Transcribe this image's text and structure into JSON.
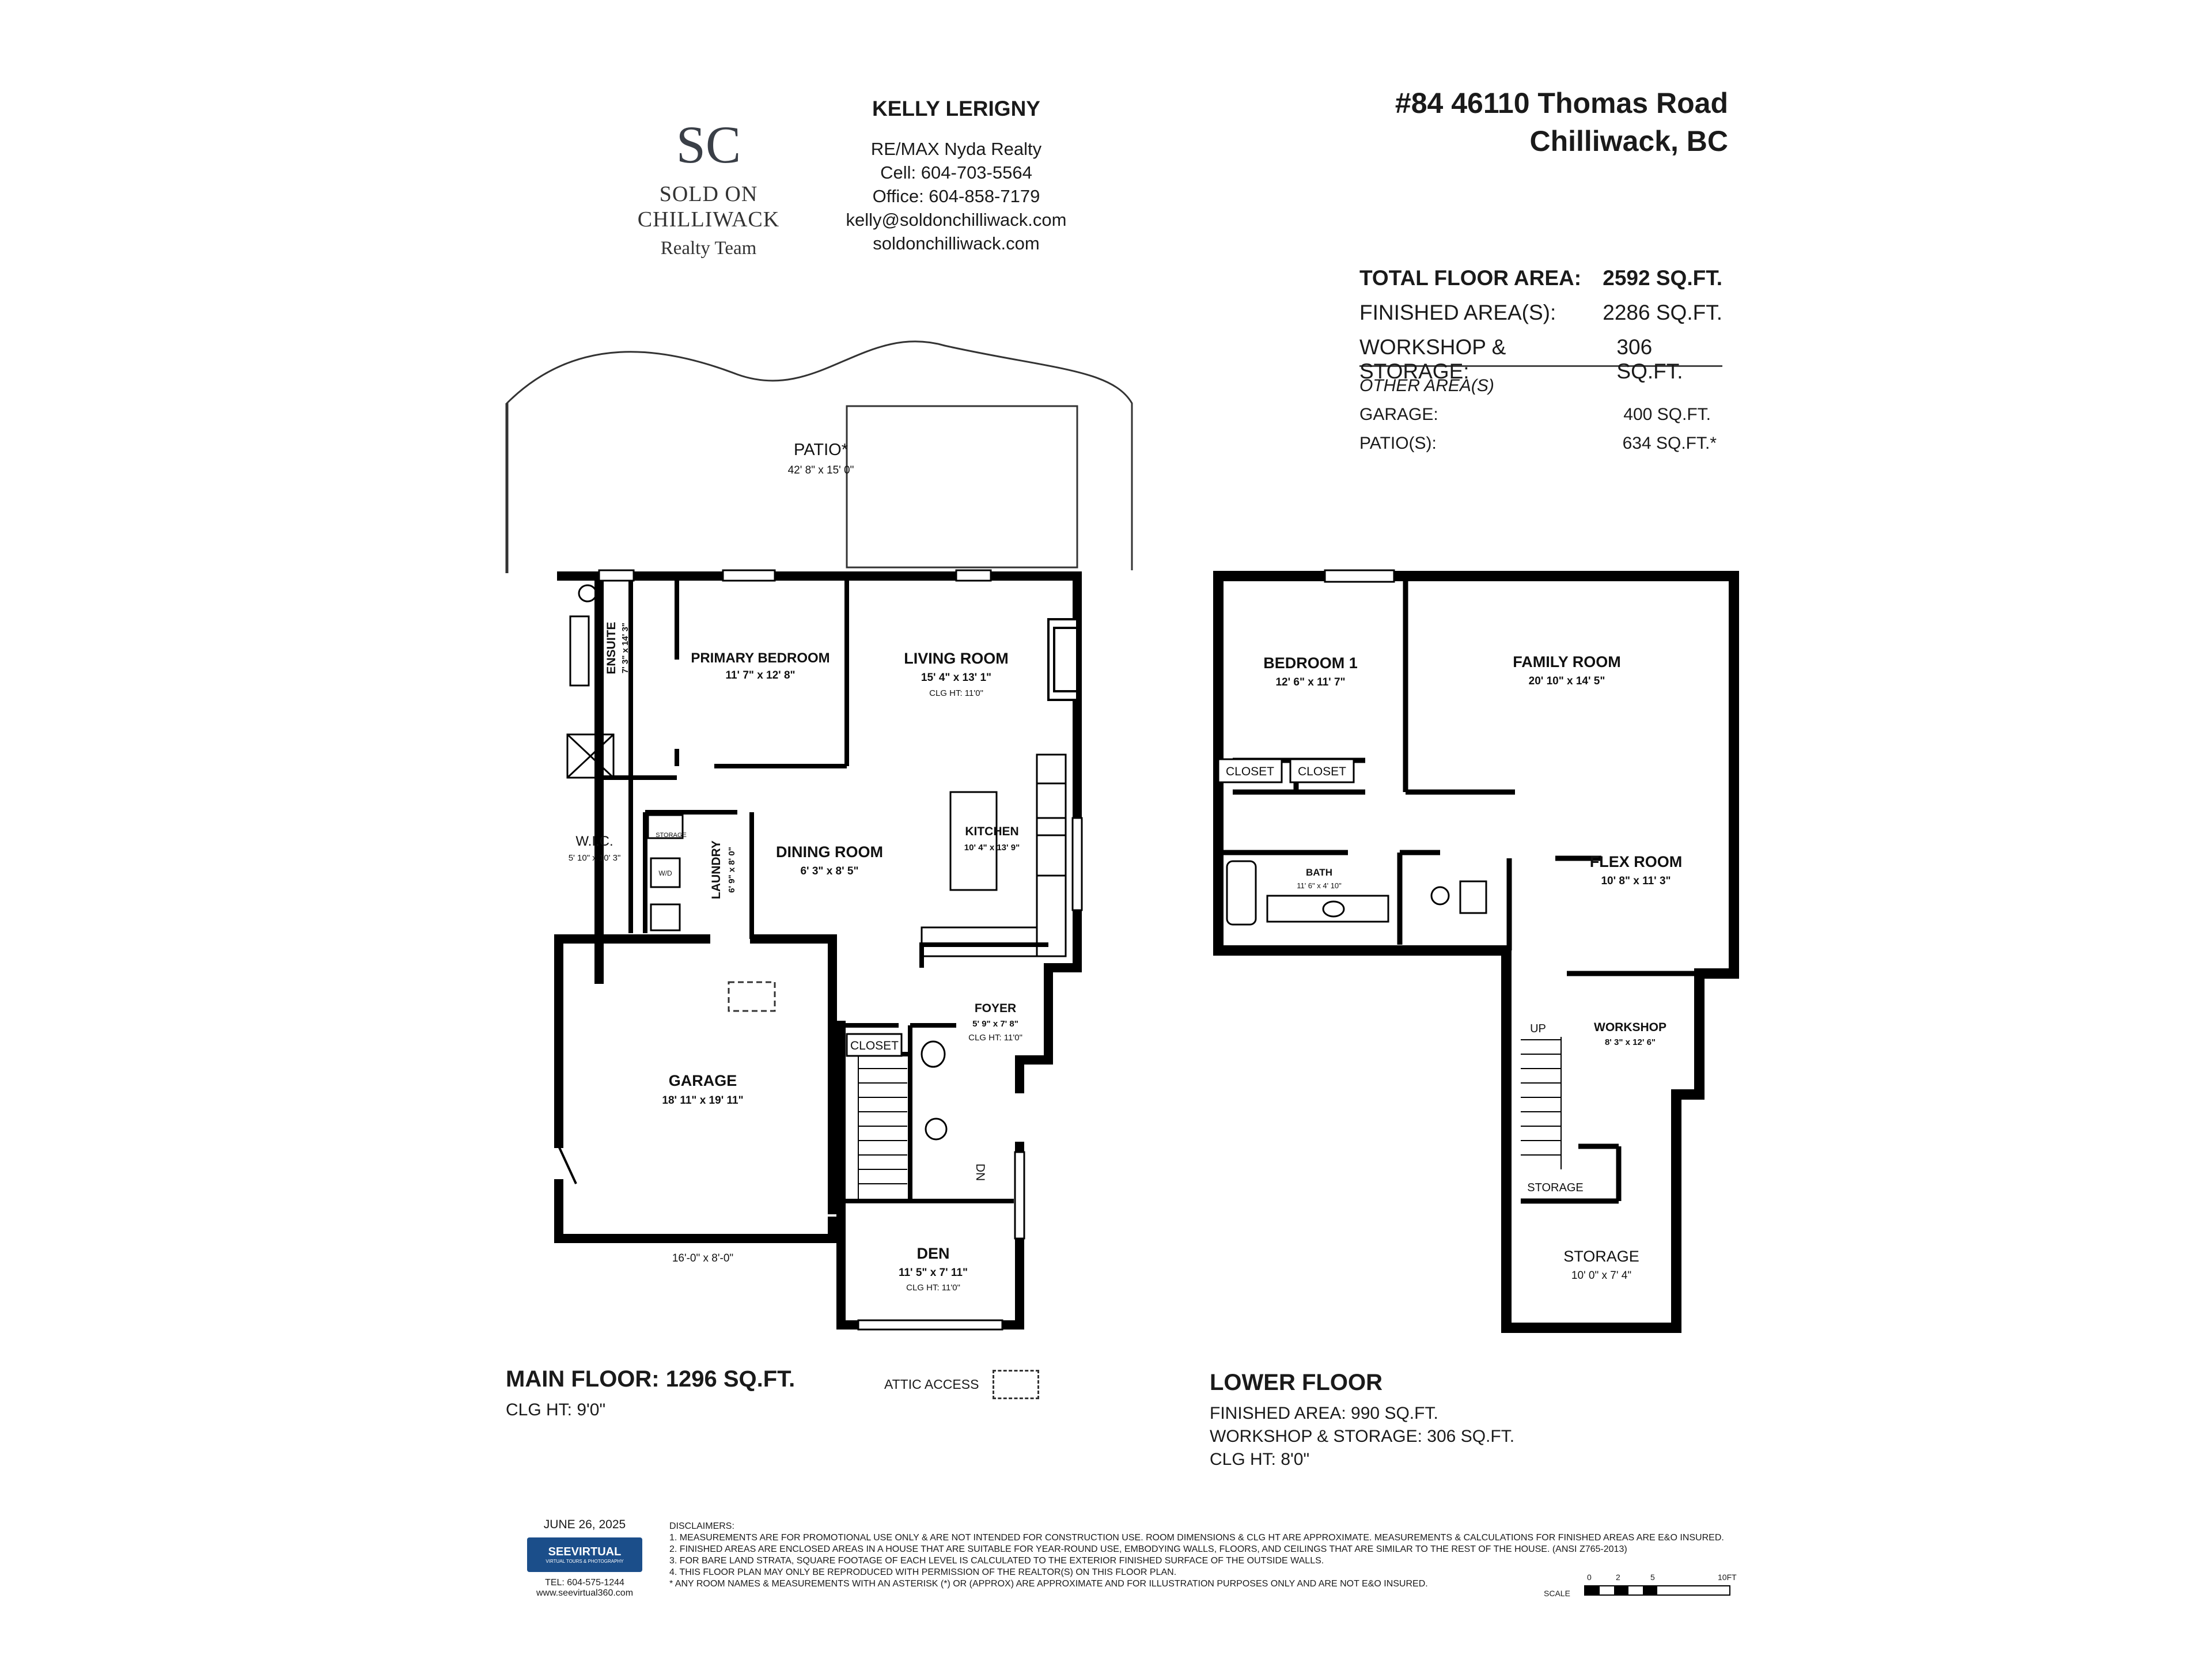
{
  "logo": {
    "monogram": "SC",
    "name": "SOLD ON CHILLIWACK",
    "subtitle": "Realty Team"
  },
  "agent": {
    "name": "KELLY LERIGNY",
    "brokerage": "RE/MAX Nyda Realty",
    "cell": "Cell: 604-703-5564",
    "office": "Office: 604-858-7179",
    "email": "kelly@soldonchilliwack.com",
    "website": "soldonchilliwack.com"
  },
  "address": {
    "line1": "#84 46110 Thomas Road",
    "line2": "Chilliwack, BC"
  },
  "areas": {
    "rows": [
      {
        "label": "TOTAL FLOOR AREA:",
        "value": "2592 SQ.FT."
      },
      {
        "label": "FINISHED AREA(S):",
        "value": "2286 SQ.FT."
      },
      {
        "label": "WORKSHOP & STORAGE:",
        "value": "306 SQ.FT."
      }
    ],
    "other_heading": "OTHER AREA(S)",
    "other": [
      {
        "label": "GARAGE:",
        "value": "400 SQ.FT."
      },
      {
        "label": "PATIO(S):",
        "value": "634 SQ.FT.*"
      }
    ]
  },
  "main_floor": {
    "title": "MAIN FLOOR: 1296 SQ.FT.",
    "clg": "CLG HT: 9'0\"",
    "attic": "ATTIC ACCESS",
    "rooms": {
      "patio": {
        "name": "PATIO*",
        "dim": "42' 8\" x 15' 0\""
      },
      "ensuite": {
        "name": "ENSUITE",
        "dim": "7' 3\" x 14' 3\""
      },
      "primary": {
        "name": "PRIMARY BEDROOM",
        "dim": "11' 7\" x 12' 8\""
      },
      "living": {
        "name": "LIVING ROOM",
        "dim": "15' 4\" x 13' 1\"",
        "clg": "CLG HT: 11'0\""
      },
      "wic": {
        "name": "W.I.C.",
        "dim": "5' 10\" x 10' 3\""
      },
      "storage": {
        "name": "STORAGE"
      },
      "laundry": {
        "name": "LAUNDRY",
        "dim": "6' 9\" x 8' 0\""
      },
      "washer_dryer": "W/D",
      "dining": {
        "name": "DINING ROOM",
        "dim": "6' 3\" x 8' 5\""
      },
      "kitchen": {
        "name": "KITCHEN",
        "dim": "10' 4\" x 13' 9\""
      },
      "foyer": {
        "name": "FOYER",
        "dim": "5' 9\" x 7' 8\"",
        "clg": "CLG HT: 11'0\""
      },
      "closet": {
        "name": "CLOSET"
      },
      "garage": {
        "name": "GARAGE",
        "dim": "18' 11\" x 19' 11\""
      },
      "garage_door": "16'-0\" x 8'-0\"",
      "stairs": "DN",
      "den": {
        "name": "DEN",
        "dim": "11' 5\" x 7' 11\"",
        "clg": "CLG HT: 11'0\""
      }
    }
  },
  "lower_floor": {
    "title": "LOWER FLOOR",
    "finished": "FINISHED AREA: 990 SQ.FT.",
    "workshop_storage": "WORKSHOP & STORAGE: 306 SQ.FT.",
    "clg": "CLG HT: 8'0\"",
    "rooms": {
      "bedroom1": {
        "name": "BEDROOM 1",
        "dim": "12' 6\" x 11' 7\""
      },
      "family": {
        "name": "FAMILY ROOM",
        "dim": "20' 10\" x 14' 5\""
      },
      "closet1": {
        "name": "CLOSET"
      },
      "closet2": {
        "name": "CLOSET"
      },
      "bath": {
        "name": "BATH",
        "dim": "11' 6\" x 4' 10\""
      },
      "flex": {
        "name": "FLEX ROOM",
        "dim": "10' 8\" x 11' 3\""
      },
      "stairs": "UP",
      "workshop": {
        "name": "WORKSHOP",
        "dim": "8' 3\" x 12' 6\""
      },
      "storage_small": {
        "name": "STORAGE"
      },
      "storage": {
        "name": "STORAGE",
        "dim": "10' 0\" x 7' 4\""
      }
    }
  },
  "footer": {
    "date": "JUNE 26, 2025",
    "brand": "SEEVIRTUAL",
    "brand_sub": "VIRTUAL TOURS & PHOTOGRAPHY",
    "phone": "TEL: 604-575-1244",
    "website": "www.seevirtual360.com",
    "disclaimers_title": "DISCLAIMERS:",
    "disclaimers": [
      "1. MEASUREMENTS ARE FOR PROMOTIONAL USE ONLY & ARE NOT INTENDED FOR CONSTRUCTION USE. ROOM DIMENSIONS & CLG HT ARE APPROXIMATE. MEASUREMENTS & CALCULATIONS FOR FINISHED AREAS ARE E&O INSURED.",
      "2. FINISHED AREAS ARE ENCLOSED AREAS IN A HOUSE THAT ARE SUITABLE FOR YEAR-ROUND USE, EMBODYING WALLS, FLOORS, AND CEILINGS THAT ARE SIMILAR TO THE REST OF THE HOUSE. (ANSI Z765-2013)",
      "3. FOR BARE LAND STRATA, SQUARE FOOTAGE OF EACH LEVEL IS CALCULATED TO THE EXTERIOR FINISHED SURFACE OF THE OUTSIDE WALLS.",
      "4. THIS FLOOR PLAN MAY ONLY BE REPRODUCED WITH PERMISSION OF THE REALTOR(S) ON THIS FLOOR PLAN.",
      "* ANY ROOM NAMES & MEASUREMENTS WITH AN ASTERISK (*) OR (APPROX) ARE APPROXIMATE AND FOR ILLUSTRATION PURPOSES ONLY AND ARE NOT E&O INSURED."
    ],
    "scale": {
      "label": "SCALE",
      "ticks": [
        "0",
        "2",
        "5",
        "10FT"
      ]
    }
  }
}
